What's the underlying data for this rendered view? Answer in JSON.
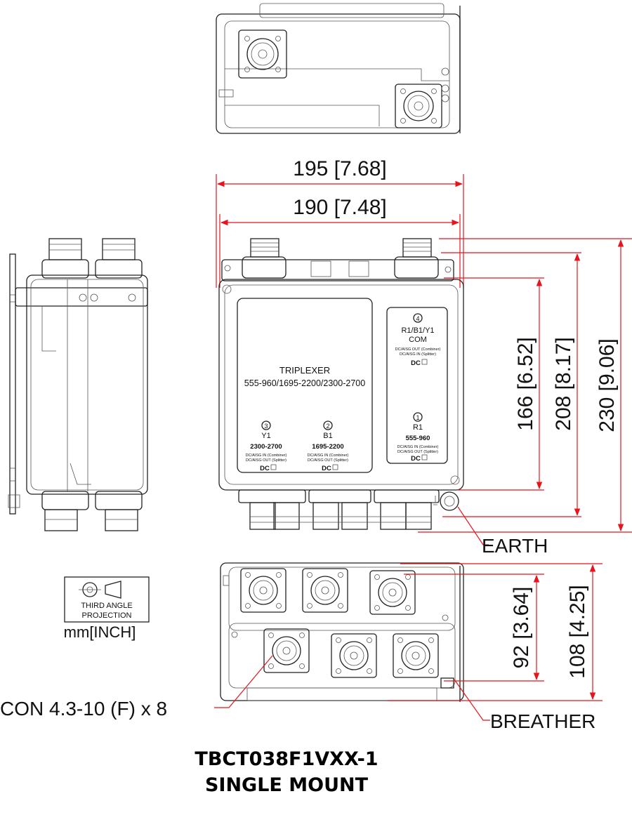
{
  "dimensions": {
    "width_overall": "195 [7.68]",
    "width_body": "190 [7.48]",
    "height_body": "166 [6.52]",
    "height_mid": "208 [8.17]",
    "height_overall": "230 [9.06]",
    "depth_body": "92 [3.64]",
    "depth_overall": "108 [4.25]"
  },
  "callouts": {
    "earth": "EARTH",
    "breather": "BREATHER",
    "connectors": "CON 4.3-10 (F) x 8"
  },
  "panel": {
    "name": "TRIPLEXER",
    "bands": "555-960/1695-2200/2300-2700",
    "dc_text": "DC",
    "ports": [
      {
        "num": "3",
        "name": "Y1",
        "freq": "2300-2700",
        "line1": "DC/AISG IN (Combiner)",
        "line2": "DC/AISG OUT (Splitter)"
      },
      {
        "num": "2",
        "name": "B1",
        "freq": "1695-2200",
        "line1": "DC/AISG IN (Combiner)",
        "line2": "DC/AISG OUT (Splitter)"
      },
      {
        "num": "4",
        "name": "R1/B1/Y1",
        "name2": "COM",
        "line1": "DC/AISG OUT (Combiner)",
        "line2": "DC/AISG IN (Splitter)"
      },
      {
        "num": "1",
        "name": "R1",
        "freq": "555-960",
        "line1": "DC/AISG IN (Combiner)",
        "line2": "DC/AISG OUT (Splitter)"
      }
    ]
  },
  "projection": {
    "line1": "THIRD ANGLE",
    "line2": "PROJECTION",
    "units": "mm[INCH]"
  },
  "title_block": {
    "model": "TBCT038F1VXX-1",
    "mount": "SINGLE MOUNT"
  },
  "colors": {
    "dimension_red": "#e8141c",
    "line": "#222222"
  }
}
